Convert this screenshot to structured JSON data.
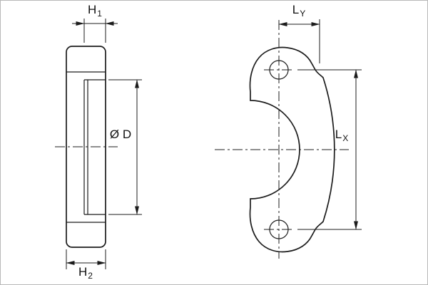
{
  "labels": {
    "h1": {
      "main": "H",
      "sub": "1"
    },
    "h2": {
      "main": "H",
      "sub": "2"
    },
    "diameter": "Ø D",
    "ly": {
      "main": "L",
      "sub": "Y"
    },
    "lx": {
      "main": "L",
      "sub": "X"
    }
  },
  "colors": {
    "line": "#1c1c1c",
    "frame": "#b8b8b8",
    "background": "#ffffff"
  }
}
